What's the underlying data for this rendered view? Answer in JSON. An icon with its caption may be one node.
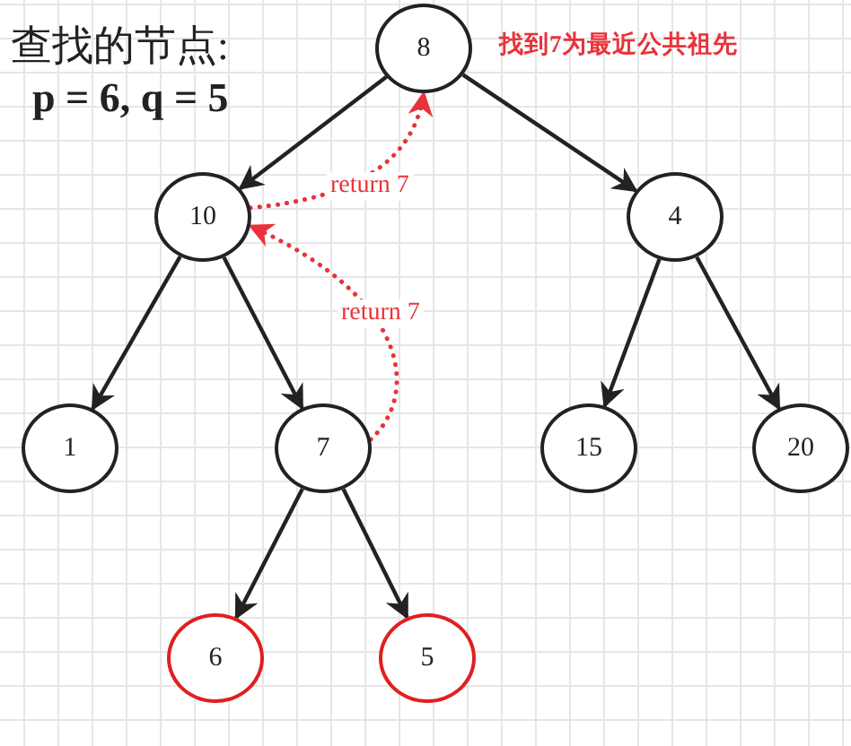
{
  "diagram": {
    "nodes": [
      {
        "text": [
          "8"
        ]
      },
      {
        "text": [
          "10"
        ]
      },
      {
        "text": [
          "4"
        ]
      },
      {
        "text": [
          "1"
        ]
      },
      {
        "text": [
          "7"
        ]
      },
      {
        "text": [
          "15"
        ]
      },
      {
        "text": [
          "20"
        ]
      },
      {
        "text": [
          "6"
        ]
      },
      {
        "text": [
          "5"
        ]
      }
    ],
    "edges": [
      {
        "from": 0,
        "to": 1,
        "arrow": "to"
      },
      {
        "from": 0,
        "to": 2,
        "arrow": "to"
      },
      {
        "from": 1,
        "to": 3,
        "arrow": "to"
      },
      {
        "from": 1,
        "to": 4,
        "arrow": "to"
      },
      {
        "from": 2,
        "to": 5,
        "arrow": "to"
      },
      {
        "from": 2,
        "to": 6,
        "arrow": "to"
      },
      {
        "from": 4,
        "to": 7,
        "arrow": "to"
      },
      {
        "from": 4,
        "to": 8,
        "arrow": "to"
      },
      {
        "from": 4,
        "to": 1,
        "arrow": "to",
        "label": "return 7",
        "style": "dashed",
        "color": "#e8333a"
      },
      {
        "from": 1,
        "to": 0,
        "arrow": "to",
        "label": "return 7",
        "style": "dashed",
        "color": "#e8333a"
      }
    ],
    "labels": [
      "查找的节点:",
      "找到7为最近公共祖先",
      "p = 6, q = 5"
    ]
  }
}
